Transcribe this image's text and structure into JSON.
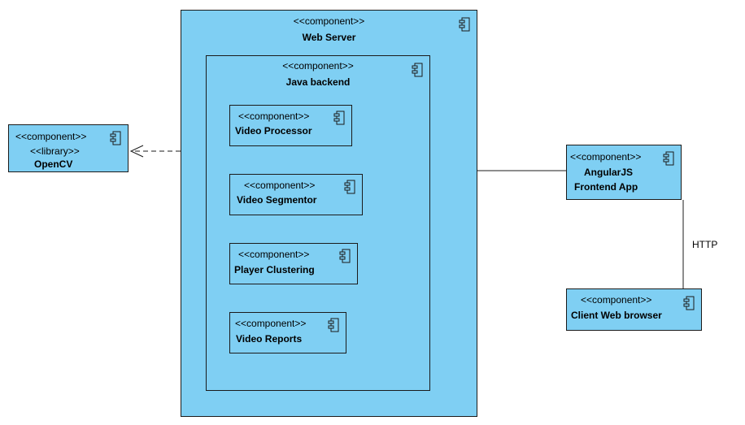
{
  "diagram": {
    "stereotype_component": "<<component>>",
    "stereotype_library": "<<library>>",
    "web_server": {
      "name": "Web Server"
    },
    "java_backend": {
      "name": "Java backend"
    },
    "video_processor": {
      "name": "Video Processor"
    },
    "video_segmentor": {
      "name": "Video Segmentor"
    },
    "player_clustering": {
      "name": "Player Clustering"
    },
    "video_reports": {
      "name": "Video Reports"
    },
    "opencv": {
      "name": "OpenCV"
    },
    "angular_app": {
      "name_line1": "AngularJS",
      "name_line2": "Frontend App"
    },
    "client_browser": {
      "name": "Client Web browser"
    },
    "edges": {
      "http_label": "HTTP"
    },
    "colors": {
      "component_fill": "#7fcff3",
      "stroke": "#1b1b1b"
    },
    "icon": "component-icon"
  }
}
